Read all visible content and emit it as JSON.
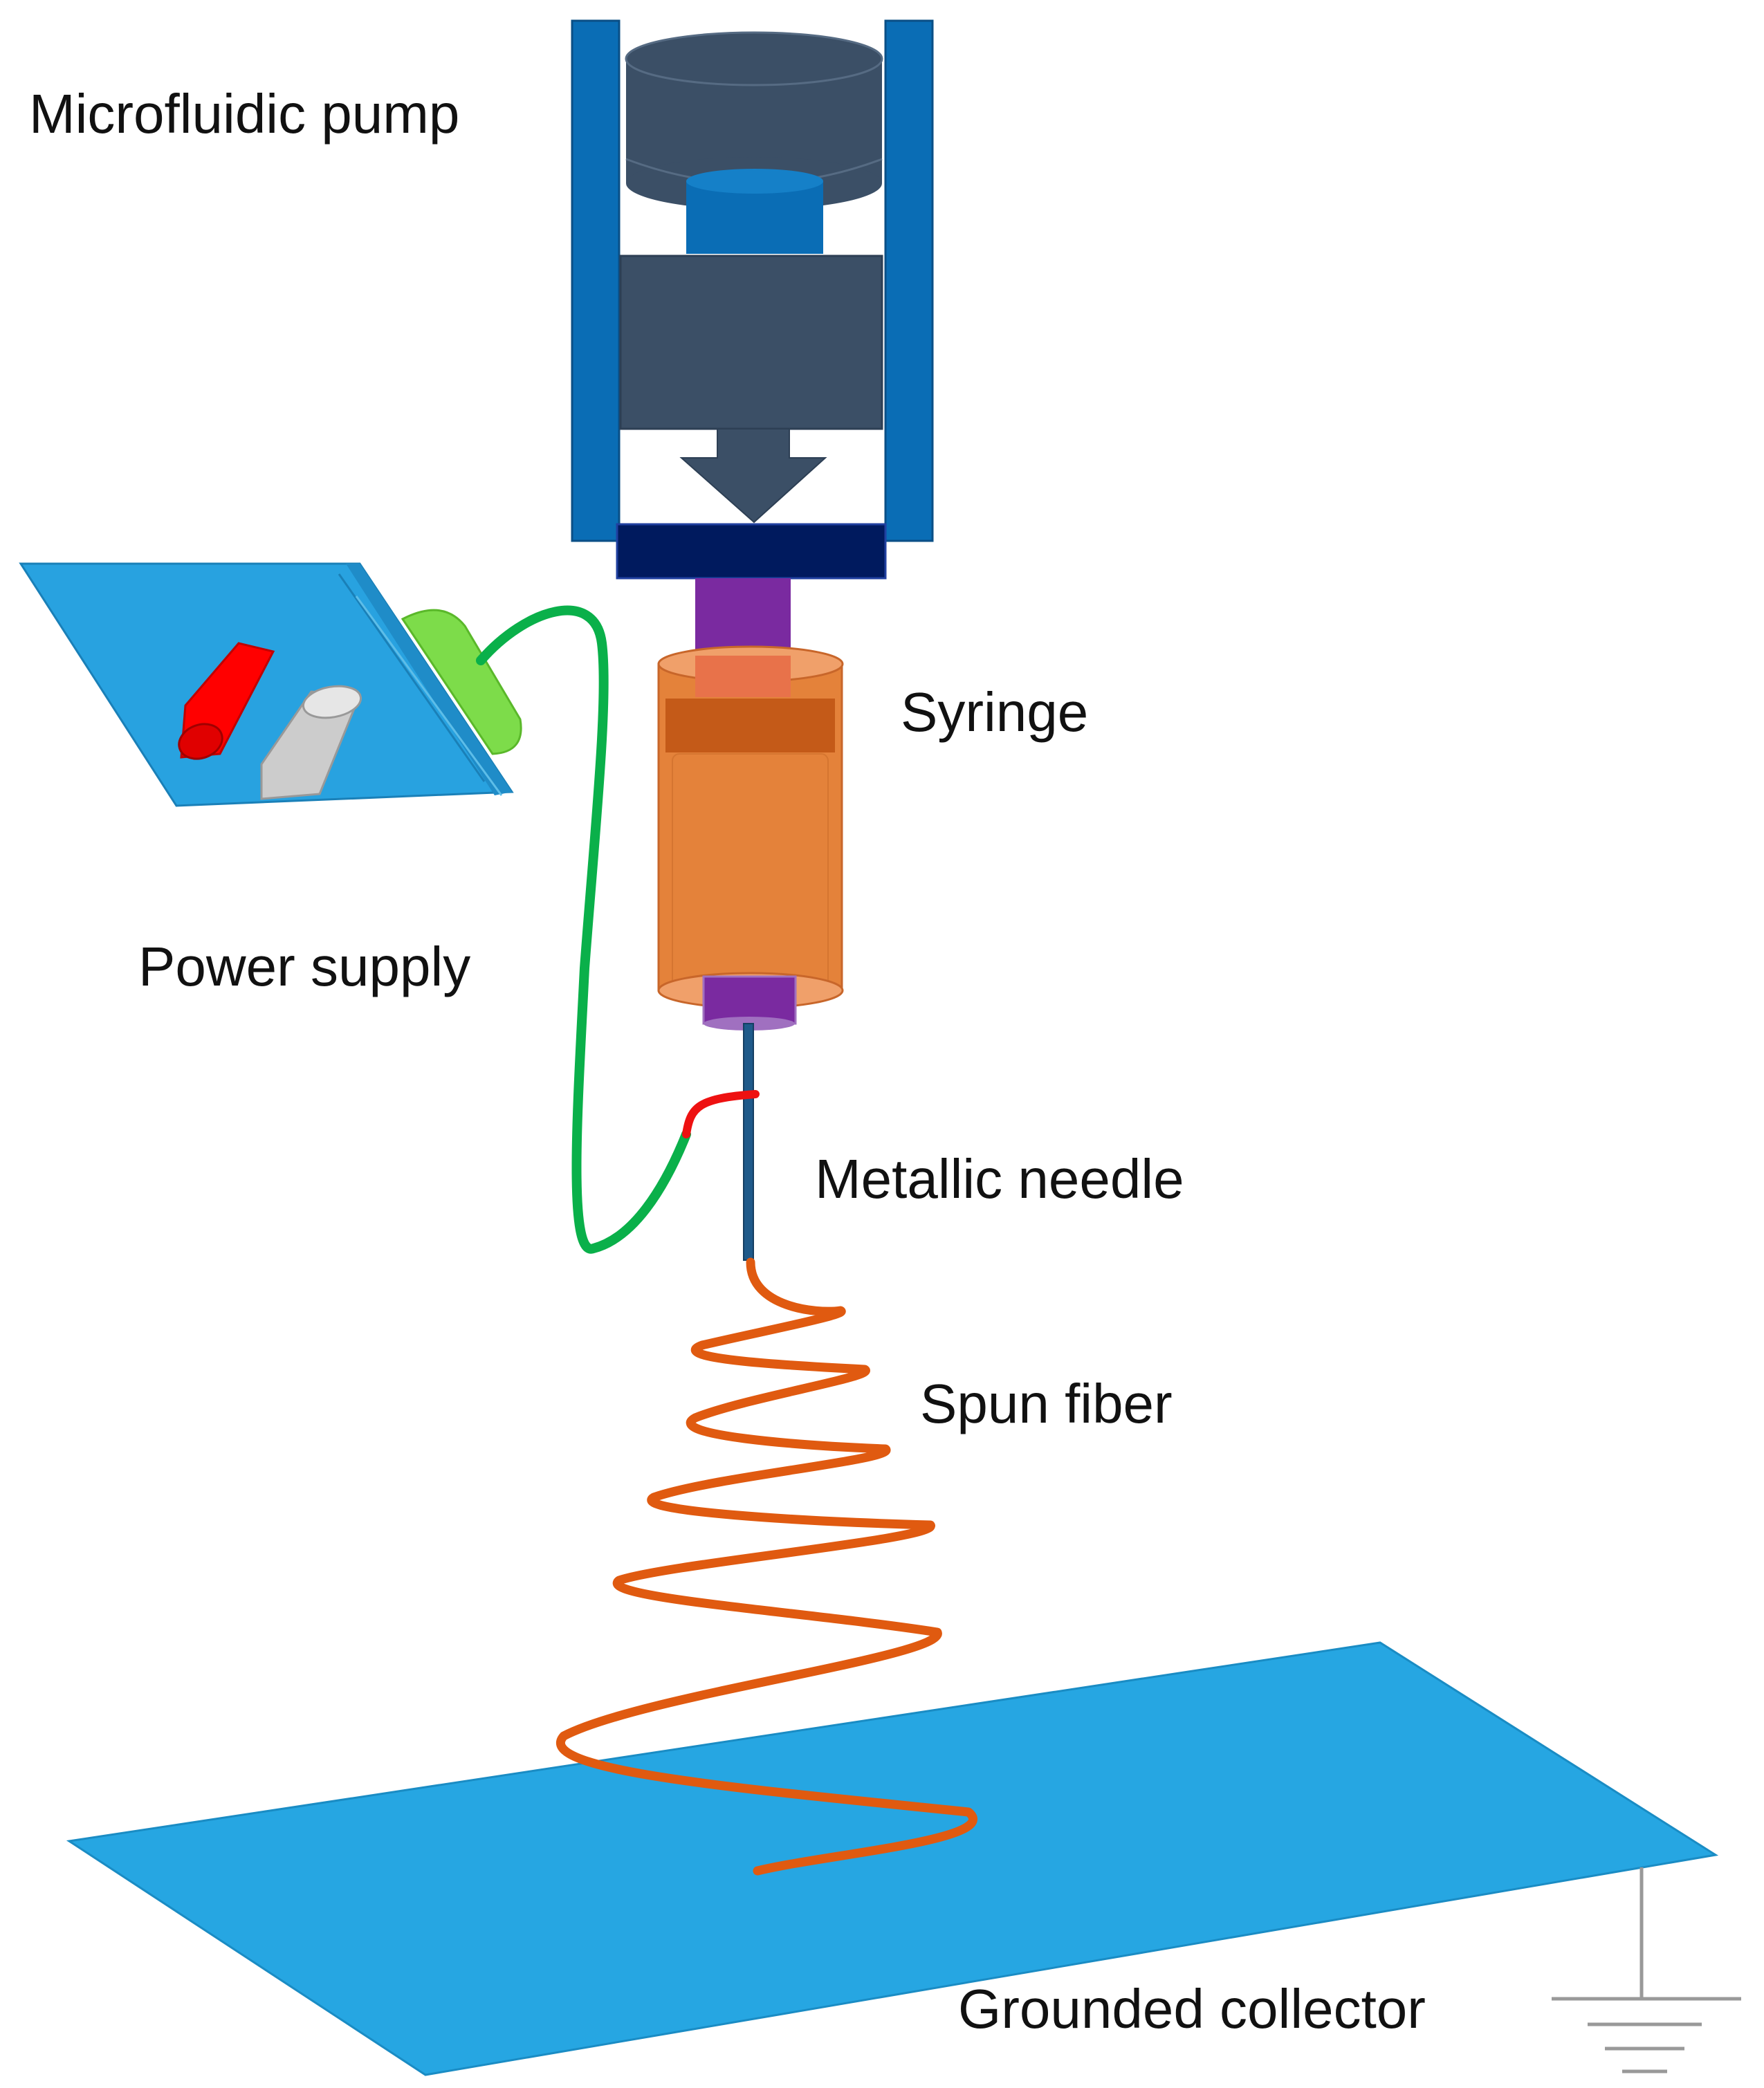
{
  "labels": {
    "pump": "Microfluidic pump",
    "syringe": "Syringe",
    "power": "Power supply",
    "needle": "Metallic needle",
    "fiber": "Spun fiber",
    "collector": "Grounded collector"
  },
  "colors": {
    "pump_frame": "#0a6db5",
    "pump_body": "#3b4f66",
    "pump_shaft": "#0a6db5",
    "pump_base": "#001a5e",
    "plunger_rod": "#7a2aa0",
    "syringe_body": "#e4823a",
    "syringe_light": "#f0a06a",
    "syringe_dark": "#c45a18",
    "needle": "#1f5a8a",
    "wire_green": "#0ab04a",
    "wire_red": "#ee1111",
    "fiber": "#e05a10",
    "collector": "#26a6e2",
    "power_box": "#28a2e0",
    "power_cap": "#7ddc4a",
    "terminal_red": "#ff0000",
    "terminal_grey": "#cccccc",
    "ground": "#999999"
  },
  "icons": {
    "ground": "ground-symbol-icon",
    "arrow": "down-arrow-icon"
  }
}
